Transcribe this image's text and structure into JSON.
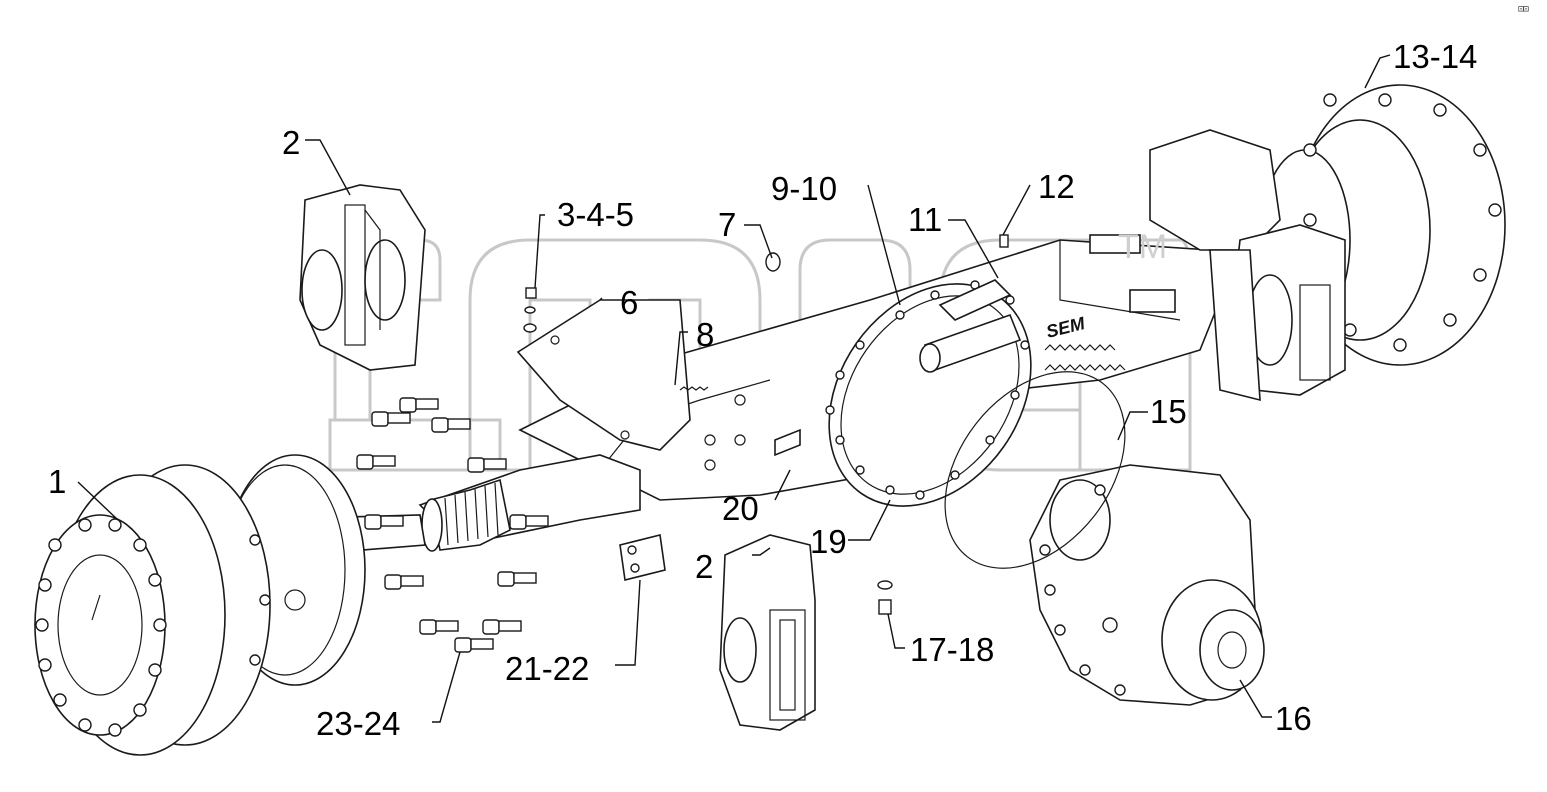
{
  "diagram": {
    "callouts": {
      "c1": "1",
      "c2_top": "2",
      "c2_bottom": "2",
      "c345": "3-4-5",
      "c6": "6",
      "c7": "7",
      "c8": "8",
      "c910": "9-10",
      "c11": "11",
      "c12": "12",
      "c1314": "13-14",
      "c15": "15",
      "c16": "16",
      "c1718": "17-18",
      "c19": "19",
      "c20": "20",
      "c2122": "21-22",
      "c2324": "23-24"
    },
    "housing_brand": "SEM",
    "watermark_mark": "TM",
    "corner_icon": "pin-icon"
  }
}
